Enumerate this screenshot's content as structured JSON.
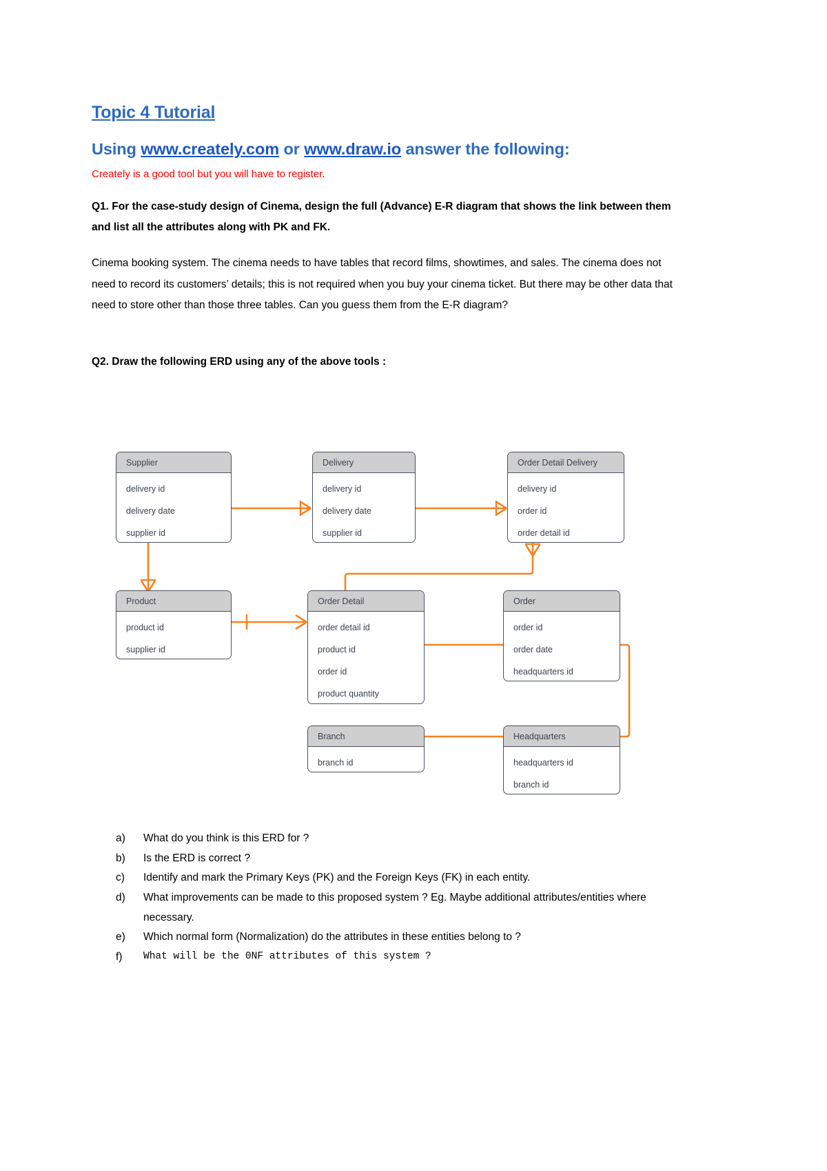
{
  "document": {
    "title": "Topic 4 Tutorial",
    "subheading": {
      "lead": " Using ",
      "link1": "www.creately.com",
      "mid": " or  ",
      "link2": "www.draw.io",
      "tail": " answer the following:"
    },
    "red_note": "Creately is a good tool but you will have to register",
    "red_note_period": ".",
    "q1": "Q1. For the case-study design of Cinema, design the full (Advance) E-R diagram that shows the link between them and list all the attributes along with PK and FK.",
    "q1_body": "Cinema booking system. The cinema needs to have tables that record films, showtimes, and sales. The cinema does not need to record its customers’ details; this is not required when you buy your cinema ticket. But there may be other data that need to store other than those three tables. Can you guess them from the E-R diagram?",
    "q2": "Q2. Draw the following ERD using any of the above tools :"
  },
  "erd": {
    "entities": [
      {
        "name": "Supplier",
        "attributes": [
          "delivery id",
          "delivery date",
          "supplier id"
        ]
      },
      {
        "name": "Delivery",
        "attributes": [
          "delivery id",
          "delivery date",
          "supplier id"
        ]
      },
      {
        "name": "Order Detail Delivery",
        "attributes": [
          "delivery id",
          "order id",
          "order detail id"
        ]
      },
      {
        "name": "Product",
        "attributes": [
          "product id",
          "supplier id"
        ]
      },
      {
        "name": "Order Detail",
        "attributes": [
          "order detail id",
          "product id",
          "order id",
          "product quantity"
        ]
      },
      {
        "name": "Order",
        "attributes": [
          "order id",
          "order date",
          "headquarters id"
        ]
      },
      {
        "name": "Branch",
        "attributes": [
          "branch id"
        ]
      },
      {
        "name": "Headquarters",
        "attributes": [
          "headquarters id",
          "branch id"
        ]
      }
    ],
    "connector_color": "#F58220",
    "header_fill": "#cfcfcf",
    "border_color": "#4a5160"
  },
  "questions": [
    {
      "marker": "a)",
      "text": "What do you think is this ERD for ?"
    },
    {
      "marker": "b)",
      "text": "Is the ERD is correct ?"
    },
    {
      "marker": "c)",
      "text": "Identify and mark the Primary Keys (PK) and the Foreign Keys (FK) in each entity."
    },
    {
      "marker": "d)",
      "text": "What improvements can be made to this proposed system ? Eg. Maybe additional attributes/entities where necessary."
    },
    {
      "marker": "e)",
      "text": "Which normal form (Normalization) do the attributes in these entities belong to ?"
    },
    {
      "marker": "f)",
      "text": " What will be the 0NF attributes of this system ?"
    }
  ]
}
